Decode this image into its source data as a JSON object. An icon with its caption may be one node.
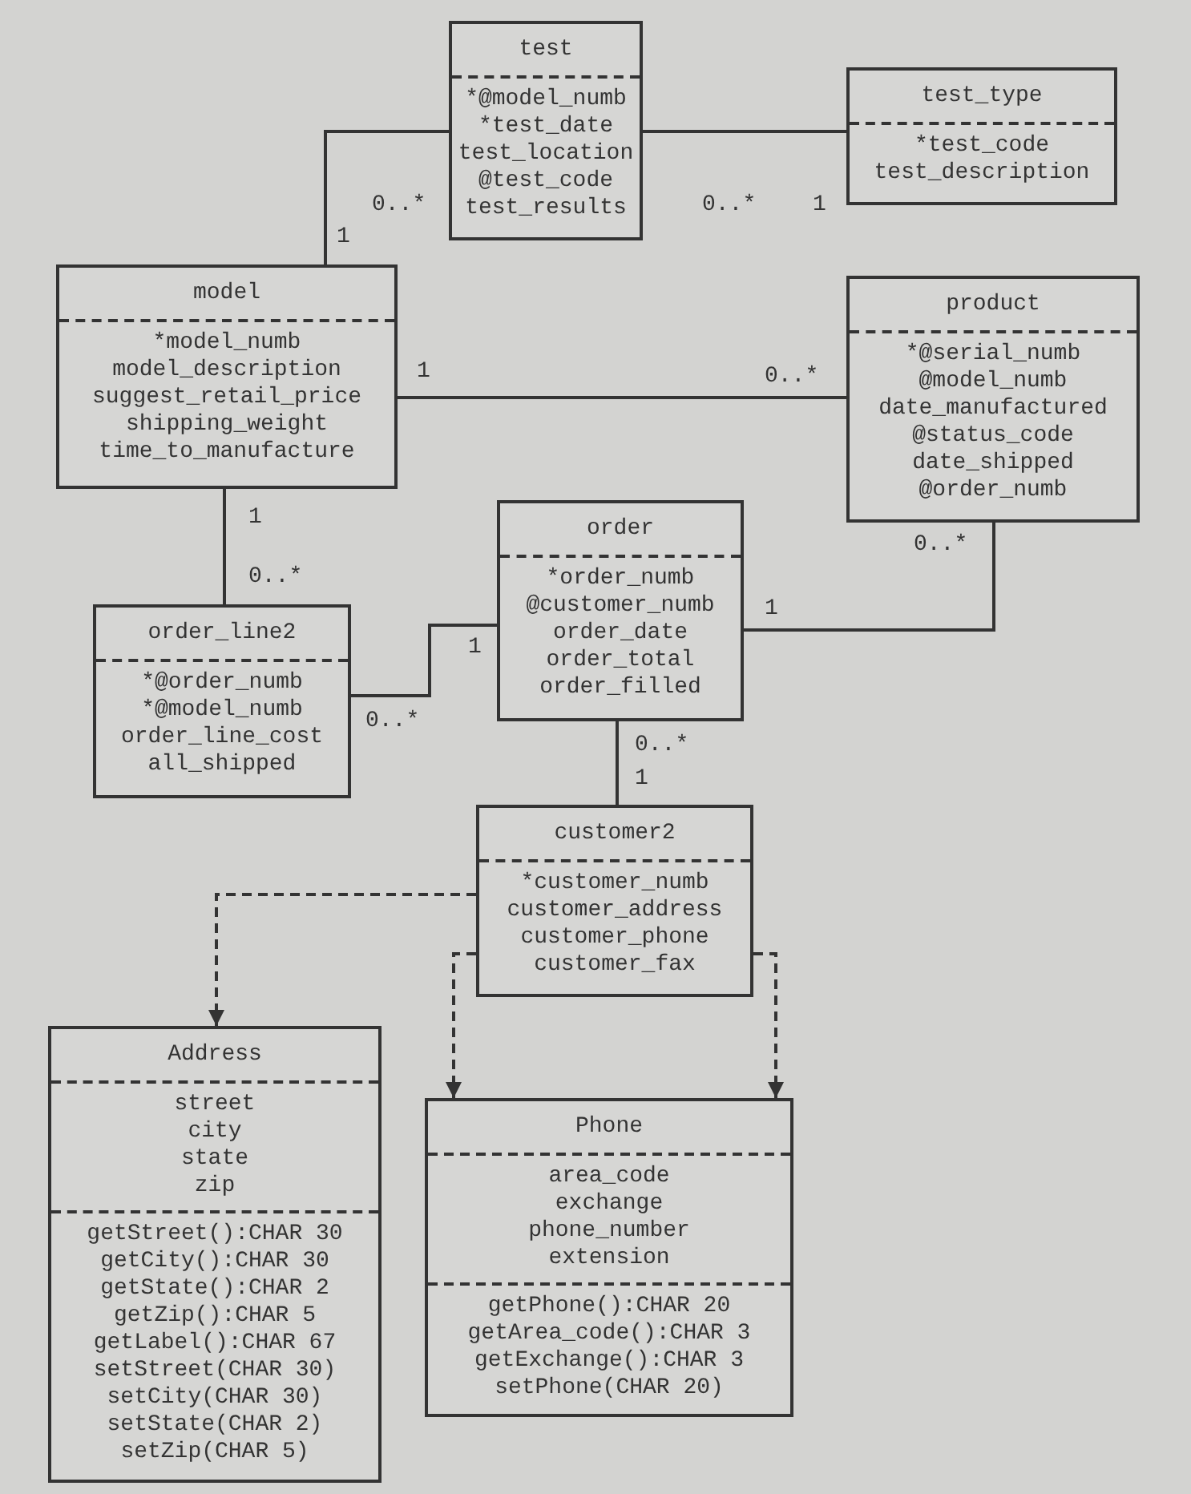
{
  "diagram": {
    "nodes": [
      {
        "text": [
          "test",
          "*@model_numb",
          "*test_date",
          "test_location",
          "@test_code",
          "test_results"
        ]
      },
      {
        "text": [
          "test_type",
          "*test_code",
          "test_description"
        ]
      },
      {
        "text": [
          "model",
          "*model_numb",
          "model_description",
          "suggest_retail_price",
          "shipping_weight",
          "time_to_manufacture"
        ]
      },
      {
        "text": [
          "product",
          "*@serial_numb",
          "@model_numb",
          "date_manufactured",
          "@status_code",
          "date_shipped",
          "@order_numb"
        ]
      },
      {
        "text": [
          "order",
          "*order_numb",
          "@customer_numb",
          "order_date",
          "order_total",
          "order_filled"
        ]
      },
      {
        "text": [
          "order_line2",
          "*@order_numb",
          "*@model_numb",
          "order_line_cost",
          "all_shipped"
        ]
      },
      {
        "text": [
          "customer2",
          "*customer_numb",
          "customer_address",
          "customer_phone",
          "customer_fax"
        ]
      },
      {
        "text": [
          "Address",
          "street",
          "city",
          "state",
          "zip",
          "getStreet():CHAR 30",
          "getCity():CHAR 30",
          "getState():CHAR 2",
          "getZip():CHAR 5",
          "getLabel():CHAR 67",
          "setStreet(CHAR 30)",
          "setCity(CHAR 30)",
          "setState(CHAR 2)",
          "setZip(CHAR 5)"
        ]
      },
      {
        "text": [
          "Phone",
          "area_code",
          "exchange",
          "phone_number",
          "extension",
          "getPhone():CHAR 20",
          "getArea_code():CHAR 3",
          "getExchange():CHAR 3",
          "setPhone(CHAR 20)"
        ]
      }
    ],
    "edges": [
      {
        "from": 2,
        "to": 0,
        "arrow": "none"
      },
      {
        "from": 0,
        "to": 1,
        "arrow": "none"
      },
      {
        "from": 2,
        "to": 3,
        "arrow": "none"
      },
      {
        "from": 2,
        "to": 5,
        "arrow": "none"
      },
      {
        "from": 5,
        "to": 4,
        "arrow": "none"
      },
      {
        "from": 4,
        "to": 3,
        "arrow": "none"
      },
      {
        "from": 4,
        "to": 6,
        "arrow": "none"
      },
      {
        "from": 6,
        "to": 7,
        "arrow": "to",
        "style": "dashed"
      },
      {
        "from": 6,
        "to": 8,
        "arrow": "to",
        "style": "dashed"
      },
      {
        "from": 6,
        "to": 8,
        "arrow": "to",
        "style": "dashed"
      }
    ],
    "labels": [
      "0..*",
      "0..*",
      "1",
      "1",
      "1",
      "0..*",
      "1",
      "0..*",
      "0..*",
      "1",
      "1",
      "0..*",
      "0..*",
      "1"
    ]
  }
}
